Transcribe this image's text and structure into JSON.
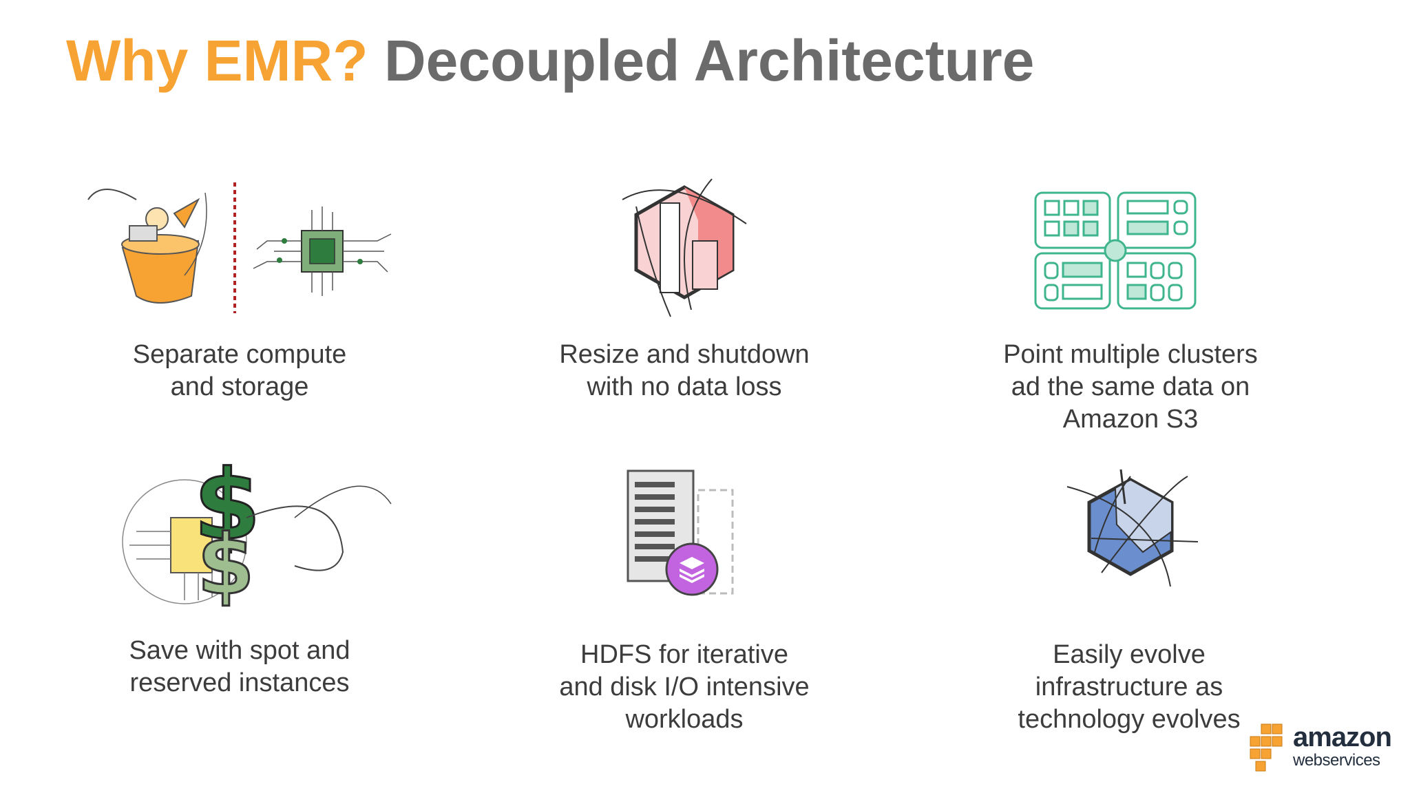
{
  "title": {
    "accent": "Why EMR?",
    "main": "Decoupled Architecture"
  },
  "features": [
    {
      "icon": "compute-storage-icon",
      "lines": [
        "Separate compute",
        "and storage"
      ]
    },
    {
      "icon": "resize-hexagon-icon",
      "lines": [
        "Resize and shutdown",
        "with no data loss"
      ]
    },
    {
      "icon": "multi-cluster-icon",
      "lines": [
        "Point multiple clusters",
        "ad the same data on",
        "Amazon S3"
      ]
    },
    {
      "icon": "spot-dollar-icon",
      "lines": [
        "Save with spot and",
        "reserved instances"
      ]
    },
    {
      "icon": "hdfs-server-icon",
      "lines": [
        "HDFS for iterative",
        "and disk I/O intensive",
        "workloads"
      ]
    },
    {
      "icon": "evolve-hexagon-icon",
      "lines": [
        "Easily evolve",
        "infrastructure as",
        "technology evolves"
      ]
    }
  ],
  "logo": {
    "word": "amazon",
    "sub": "webservices"
  },
  "colors": {
    "accent": "#f7a333",
    "title_gray": "#6b6b6b",
    "text": "#3c3c3c",
    "teal": "#3fb58f",
    "pink": "#f28b8b",
    "green": "#2e7d3e",
    "purple": "#c264e0",
    "blue": "#6b8fce"
  }
}
